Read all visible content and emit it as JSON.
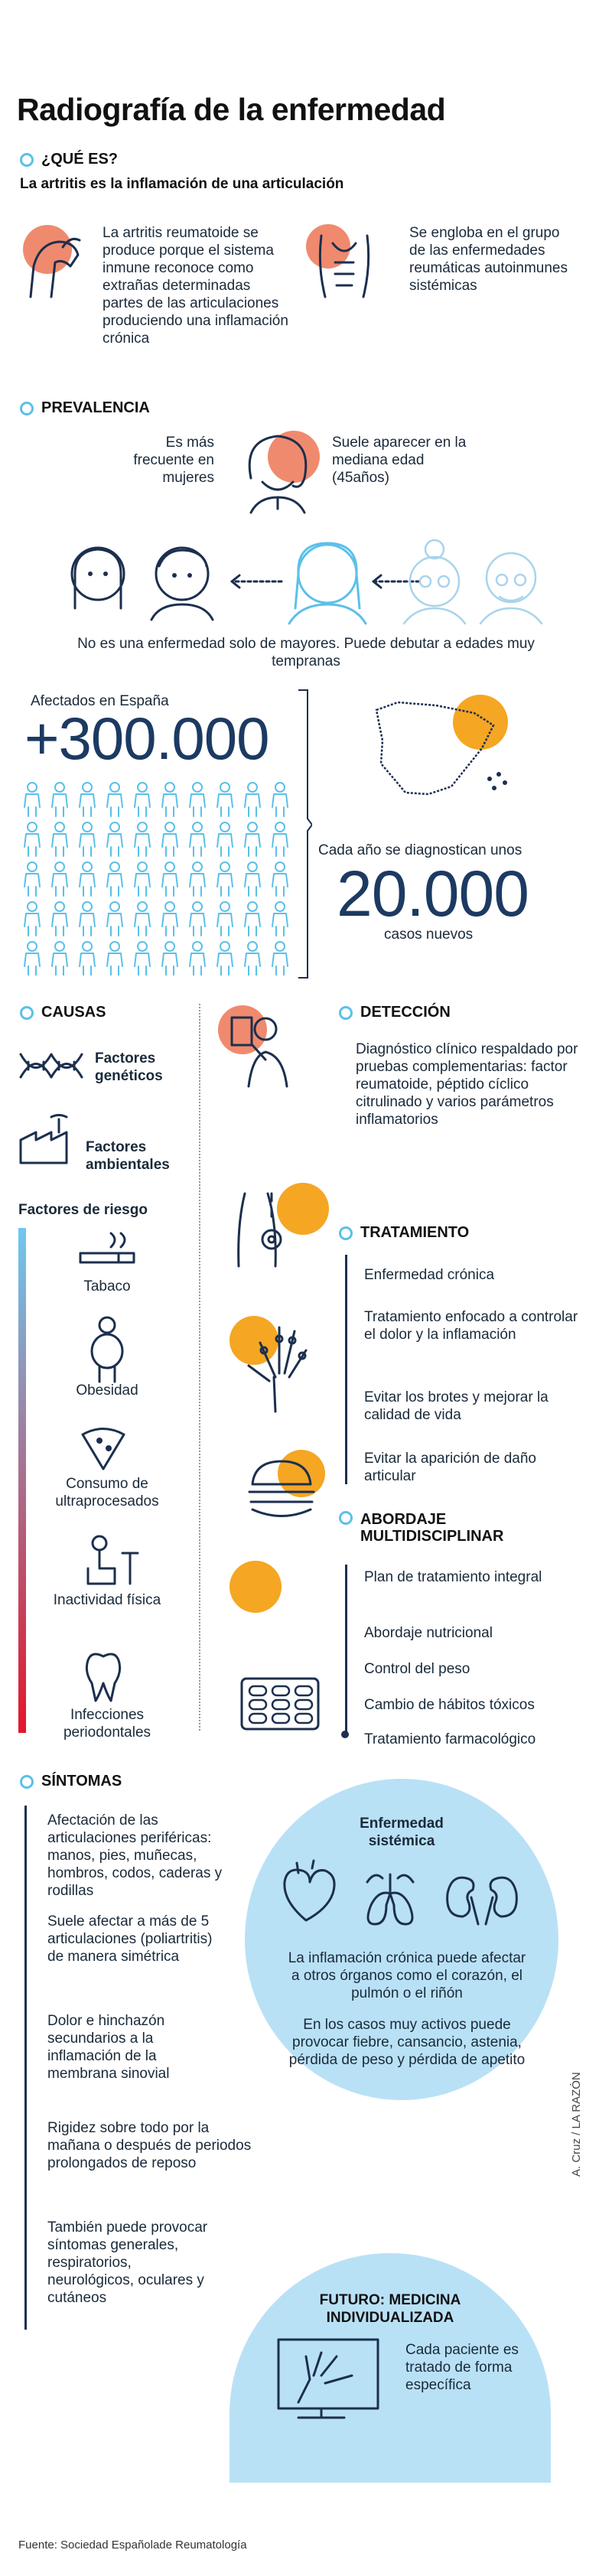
{
  "title": "Radiografía de la enfermedad",
  "que_es": {
    "heading": "¿QUÉ ES?",
    "subtitle": "La artritis es la inflamación de una articulación",
    "left_text": "La artritis reumatoide se produce porque el sistema inmune reconoce como extrañas determinadas partes de las articulaciones produciendo una inflamación crónica",
    "right_text": "Se engloba en el grupo de las enfermedades reumáticas autoinmunes sistémicas"
  },
  "prevalencia": {
    "heading": "PREVALENCIA",
    "left_text": "Es más frecuente en mujeres",
    "right_text": "Suele aparecer en la mediana edad (45años)",
    "age_text": "No es una enfermedad solo de mayores. Puede debutar a edades muy tempranas",
    "affected_label": "Afectados en España",
    "affected_value": "+300.000",
    "yearly_label": "Cada año se diagnostican unos",
    "yearly_value": "20.000",
    "yearly_unit": "casos nuevos"
  },
  "causas": {
    "heading": "CAUSAS",
    "genetic": "Factores genéticos",
    "environmental": "Factores ambientales",
    "risk_heading": "Factores  de riesgo",
    "risks": [
      "Tabaco",
      "Obesidad",
      "Consumo de ultraprocesados",
      "Inactividad física",
      "Infecciones periodontales"
    ]
  },
  "deteccion": {
    "heading": "DETECCIÓN",
    "text": "Diagnóstico clínico respaldado por pruebas complementarias: factor reumatoide, péptido cíclico citrulinado y varios parámetros inflamatorios"
  },
  "tratamiento": {
    "heading": "TRATAMIENTO",
    "items": [
      "Enfermedad crónica",
      "Tratamiento enfocado a controlar el dolor y la inflamación",
      "Evitar los brotes y mejorar la calidad de vida",
      "Evitar la aparición de daño articular"
    ]
  },
  "abordaje": {
    "heading": "ABORDAJE MULTIDISCIPLINAR",
    "items": [
      "Plan de tratamiento integral",
      "Abordaje nutricional",
      "Control del peso",
      "Cambio de hábitos tóxicos",
      "Tratamiento farmacológico"
    ]
  },
  "sintomas": {
    "heading": "SÍNTOMAS",
    "items": [
      "Afectación de las articulaciones periféricas: manos, pies, muñecas, hombros, codos, caderas y rodillas",
      "Suele afectar a más de 5 articulaciones (poliartritis) de manera simétrica",
      "Dolor e hinchazón secundarios a la inflamación de la membrana sinovial",
      "Rigidez sobre todo por la mañana o después de periodos prolongados de reposo",
      "También puede provocar síntomas generales, respiratorios, neurológicos, oculares y cutáneos"
    ],
    "systemic_title": "Enfermedad sistémica",
    "systemic_text1": "La inflamación crónica puede afectar a otros órganos como el corazón, el pulmón o el riñón",
    "systemic_text2": "En los casos muy activos puede provocar fiebre, cansancio, astenia, pérdida de peso y pérdida de apetito",
    "future_title": "FUTURO: MEDICINA INDIVIDUALIZADA",
    "future_text": "Cada paciente es tratado de forma específica"
  },
  "credit": "A. Cruz / LA RAZÓN",
  "source": "Fuente: Sociedad Españolade Reumatología",
  "colors": {
    "navy": "#1c2f4e",
    "light_blue": "#5bc0e8",
    "orange": "#f5a623",
    "salmon": "#f08a6e",
    "red": "#e3162b",
    "pale_blue": "#b9e1f6"
  }
}
